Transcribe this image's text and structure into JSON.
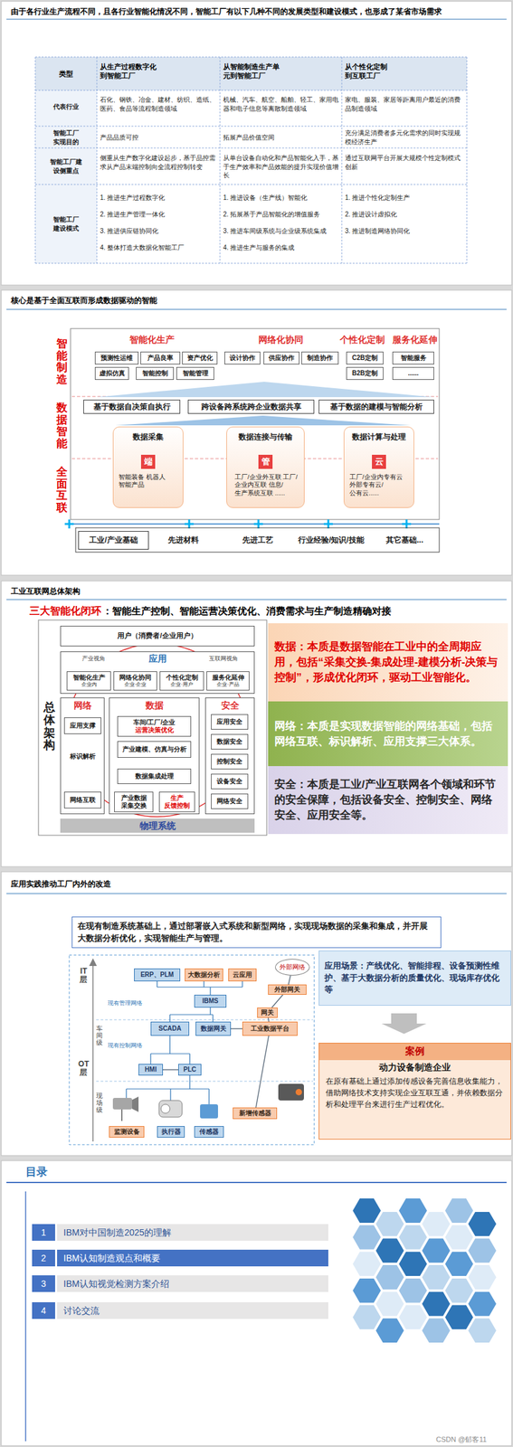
{
  "diagram": {
    "nodes": [
      {
        "text": [
          "预测性运维"
        ]
      },
      {
        "text": [
          "产品良率"
        ]
      },
      {
        "text": [
          "资产优化"
        ]
      },
      {
        "text": [
          "设计协作"
        ]
      },
      {
        "text": [
          "供应协作"
        ]
      },
      {
        "text": [
          "制造协作"
        ]
      },
      {
        "text": [
          "C2B定制"
        ]
      },
      {
        "text": [
          "智能服务"
        ]
      },
      {
        "text": [
          "虚拟仿真"
        ]
      },
      {
        "text": [
          "智能控制"
        ]
      },
      {
        "text": [
          "智能管理"
        ]
      },
      {
        "text": [
          "B2B定制"
        ]
      },
      {
        "text": [
          "......"
        ]
      },
      {
        "text": [
          "基于数据自决策自执行"
        ]
      },
      {
        "text": [
          "跨设备跨系统跨企业数据共享"
        ]
      },
      {
        "text": [
          "基于数据的建模与智能分析"
        ]
      },
      {
        "text": [
          "数据采集",
          "智能装备 机器人 智能产品"
        ]
      },
      {
        "text": [
          "端"
        ],
        "in": 16
      },
      {
        "text": [
          "数据连接与传输",
          "工厂/企业外互联 工厂/企业内互联 信息/生产系统互联 ......"
        ]
      },
      {
        "text": [
          "管"
        ],
        "in": 18
      },
      {
        "text": [
          "数据计算与处理",
          "工厂/企业内专有云 外部专有云/公有云......"
        ]
      },
      {
        "text": [
          "云"
        ],
        "in": 20
      },
      {
        "text": [
          "工业/产业基础"
        ]
      },
      {
        "text": [
          "用户（消费者/企业用户）"
        ]
      },
      {
        "text": [
          "应用",
          "产业视角",
          "互联网视角"
        ]
      },
      {
        "text": [
          "智能化生产",
          "企业内"
        ],
        "in": 24
      },
      {
        "text": [
          "网络化协同",
          "企业·企业"
        ],
        "in": 24
      },
      {
        "text": [
          "个性化定制",
          "企业·用户"
        ],
        "in": 24
      },
      {
        "text": [
          "服务化延伸",
          "企业·产品"
        ],
        "in": 24
      },
      {
        "text": [
          "网络"
        ]
      },
      {
        "text": [
          "应用支撑"
        ],
        "in": 29
      },
      {
        "text": [
          "网络互联"
        ],
        "in": 29
      },
      {
        "text": [
          "数据"
        ]
      },
      {
        "text": [
          "车间/工厂/企业",
          "运营决策优化"
        ],
        "in": 32
      },
      {
        "text": [
          "产业建模、仿真与分析"
        ],
        "in": 32
      },
      {
        "text": [
          "数据集成处理"
        ],
        "in": 32
      },
      {
        "text": [
          "产业数据",
          "采集交换"
        ],
        "in": 32
      },
      {
        "text": [
          "生产",
          "反馈控制"
        ],
        "in": 32
      },
      {
        "text": [
          "安全"
        ]
      },
      {
        "text": [
          "应用安全"
        ],
        "in": 38
      },
      {
        "text": [
          "数据安全"
        ],
        "in": 38
      },
      {
        "text": [
          "控制安全"
        ],
        "in": 38
      },
      {
        "text": [
          "设备安全"
        ],
        "in": 38
      },
      {
        "text": [
          "网络安全"
        ],
        "in": 38
      },
      {
        "text": [
          "物理系统"
        ]
      },
      {
        "text": [
          "数据：本质是数据智能在工业中的全周期应用，包括“采集交换-集成处理-建模分析-决策与控制”，形成优化闭环，驱动工业智能化。"
        ]
      },
      {
        "text": [
          "网络：本质是实现数据智能的网络基础，包括网络互联、标识解析、应用支撑三大体系。"
        ]
      },
      {
        "text": [
          "安全：本质是工业/产业互联网各个领域和环节的安全保障，包括设备安全、控制安全、网络安全、应用安全等。"
        ]
      },
      {
        "text": [
          "在现有制造系统基础上，通过部署嵌入式系统和新型网络，实现现场数据的采集和集成，并开展大数据分析优化，实现智能生产与管理。"
        ]
      },
      {
        "text": [
          "ERP、PLM"
        ]
      },
      {
        "text": [
          "大数据分析"
        ]
      },
      {
        "text": [
          "云应用"
        ]
      },
      {
        "text": [
          "外部网络"
        ]
      },
      {
        "text": [
          "IBMS"
        ]
      },
      {
        "text": [
          "外部网关"
        ]
      },
      {
        "text": [
          "网关"
        ]
      },
      {
        "text": [
          "SCADA"
        ]
      },
      {
        "text": [
          "数据网关"
        ]
      },
      {
        "text": [
          "工业数据平台"
        ]
      },
      {
        "text": [
          "HMI"
        ]
      },
      {
        "text": [
          "PLC"
        ]
      },
      {
        "text": [
          "新增传感器"
        ]
      },
      {
        "text": [
          "监测设备"
        ]
      },
      {
        "text": [
          "执行器"
        ]
      },
      {
        "text": [
          "传感器"
        ]
      },
      {
        "text": [
          "应用场景：产线优化、智能排程、设备预测性维护、基于大数据分析的质量优化、现场库存优化等"
        ]
      },
      {
        "text": [
          "案例",
          "动力设备制造企业",
          "在原有基础上通过添加传感设备完善信息收集能力，借助网络技术支持实现企业互联互通，并依赖数据分析和处理平台来进行生产过程优化。"
        ]
      },
      {
        "text": [
          "1"
        ]
      },
      {
        "text": [
          "IBM对中国制造2025的理解"
        ]
      },
      {
        "text": [
          "2"
        ]
      },
      {
        "text": [
          "IBM认知制造观点和概要"
        ]
      },
      {
        "text": [
          "3"
        ]
      },
      {
        "text": [
          "IBM认知视觉检测方案介绍"
        ]
      },
      {
        "text": [
          "4"
        ]
      },
      {
        "text": [
          "讨论交流"
        ]
      }
    ],
    "edges": [
      {
        "from": 36,
        "to": 35,
        "arrow": "to"
      },
      {
        "from": 35,
        "to": 34,
        "arrow": "to"
      },
      {
        "from": 34,
        "to": 33,
        "arrow": "to"
      },
      {
        "from": 35,
        "to": 37,
        "arrow": "to"
      },
      {
        "from": 52,
        "to": 54,
        "arrow": "none"
      },
      {
        "from": 54,
        "to": 55,
        "arrow": "none"
      },
      {
        "from": 55,
        "to": 58,
        "arrow": "none"
      },
      {
        "from": 57,
        "to": 58,
        "arrow": "none"
      },
      {
        "from": 59,
        "to": 60,
        "arrow": "none"
      },
      {
        "from": 58,
        "to": 61,
        "arrow": "none"
      }
    ],
    "labels": [
      "由于各行业生产流程不同，且各行业智能化情况不同，智能工厂有以下几种不同的发展类型和建设模式，也形成了某省市场需求",
      "类型",
      "从生产过程数字化到智能工厂",
      "从智能制造生产单元到智能工厂",
      "从个性化定制到互联工厂",
      "代表行业",
      "石化、钢铁、冶金、建材、纺织、造纸、医药、食品等流程制造领域",
      "机械、汽车、航空、船舶、轻工、家用电器和电子信息等离散制造领域",
      "家电、服装、家居等距离用户最近的消费品制造领域",
      "智能工厂实现目的",
      "产品品质可控",
      "拓展产品价值空间",
      "充分满足消费者多元化需求的同时实现规模经济生产",
      "智能工厂建设侧重点",
      "侧重从生产数字化建设起步，基于品控需求从产品末端控制向全流程控制转变",
      "从单台设备自动化和产品智能化入手，基于生产效率和产品效能的提升实现价值增长",
      "通过互联网平台开展大规模个性定制模式创新",
      "智能工厂建设模式",
      "1. 推进生产过程数字化",
      "2. 推进生产管理一体化",
      "3. 推进供应链协同化",
      "4. 整体打造大数据化智能工厂",
      "1. 推进设备（生产线）智能化",
      "2. 拓展基于产品智能化的增值服务",
      "3. 推进车间级系统与企业级系统集成",
      "4. 推进生产与服务的集成",
      "1. 推进个性化定制生产",
      "2. 推进设计虚拟化",
      "3. 推进制造网络协同化",
      "核心是基于全面互联而形成数据驱动的智能",
      "智能制造",
      "数据智能",
      "全面互联",
      "智能化生产",
      "网络化协同",
      "个性化定制",
      "服务化延伸",
      "先进材料",
      "先进工艺",
      "行业经验/知识/技能",
      "其它基础...",
      "工业互联网总体架构",
      "三大智能化闭环",
      "：智能生产控制、智能运营决策优化、消费需求与生产制造精确对接",
      "总体架构",
      "标识解析",
      "应用实践推动工厂内外的改造",
      "IT层",
      "OT层",
      "车间级",
      "现场级",
      "现有管理网络",
      "现有控制网络",
      "目录",
      "CSDN @郁客11"
    ]
  }
}
